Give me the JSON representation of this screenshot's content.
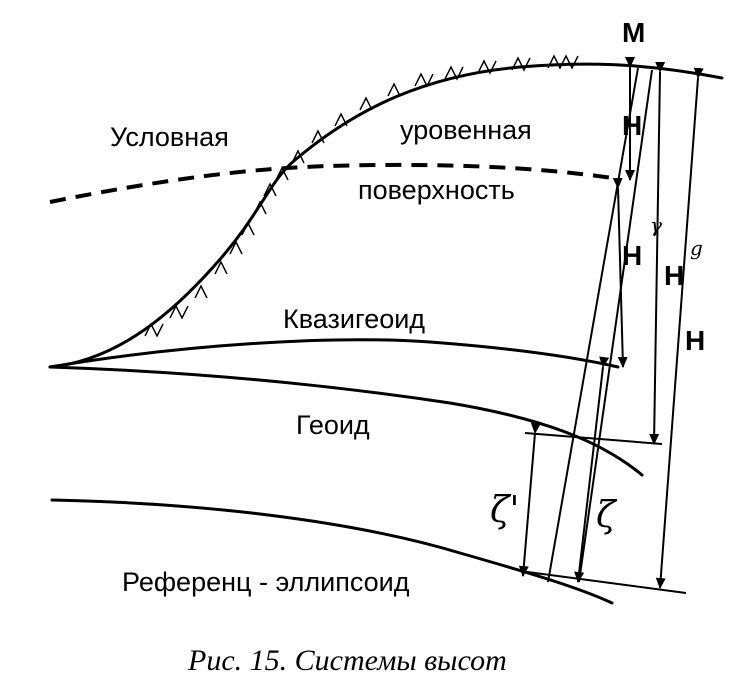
{
  "labels": {
    "point_m": "M",
    "level_surface_left": "Условная",
    "level_surface_right": "уровенная",
    "level_surface_bottom": "поверхность",
    "quasigeoid": "Квазигеоид",
    "geoid": "Геоид",
    "reference_ellipsoid": "Референц - эллипсоид"
  },
  "heights": {
    "h1": "H",
    "h2": "H",
    "h2_sup": "γ",
    "h3": "H",
    "h3_sup": "g",
    "h4": "H"
  },
  "separations": {
    "zeta_prime": "ζ'",
    "zeta": "ζ"
  },
  "caption": "Рис. 15. Системы высот"
}
